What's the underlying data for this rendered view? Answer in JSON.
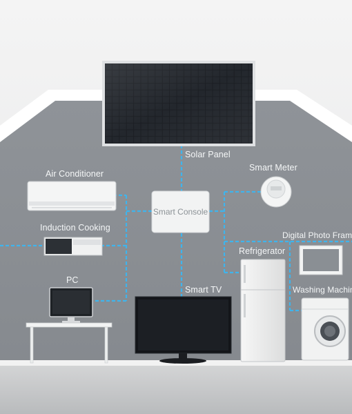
{
  "labels": {
    "solar_panel": "Solar Panel",
    "air_conditioner": "Air Conditioner",
    "smart_meter": "Smart Meter",
    "smart_console": "Smart Console",
    "induction_cooking": "Induction Cooking",
    "digital_photo_frame": "Digital Photo Frame",
    "refrigerator": "Refrigerator",
    "pc": "PC",
    "smart_tv": "Smart TV",
    "washing_machine": "Washing Machine"
  },
  "colors": {
    "background": "#eceded",
    "house_wall": "#8d9196",
    "house_outline": "#ffffff",
    "connection_line": "#3fb4ec",
    "label_text": "#f4f6f7"
  }
}
